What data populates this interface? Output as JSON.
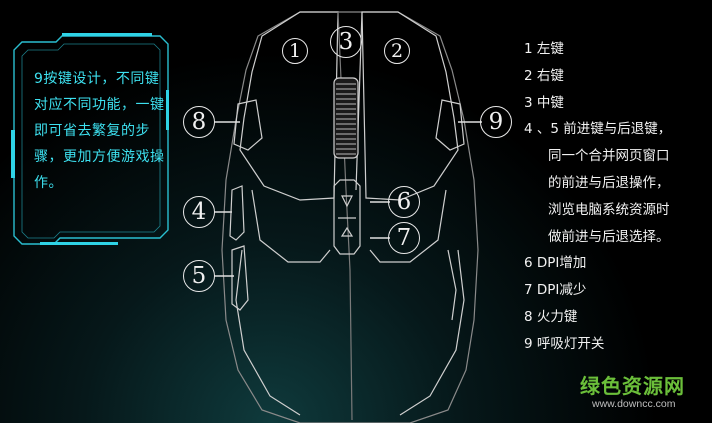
{
  "panel": {
    "text": "9按键设计，不同键对应不同功能，一键即可省去繁复的步骤，更加方便游戏操作。"
  },
  "labels": {
    "n1": "1",
    "n2": "2",
    "n3": "3",
    "n4": "4",
    "n5": "5",
    "n6": "6",
    "n7": "7",
    "n8": "8",
    "n9": "9"
  },
  "legend": [
    "1 左键",
    "2 右键",
    "3 中键",
    "4 、5 前进键与后退键，",
    "同一个合并网页窗口",
    "的前进与后退操作，",
    "浏览电脑系统资源时",
    "做前进与后退选择。",
    "6 DPI增加",
    "7 DPI减少",
    "8 火力键",
    "9 呼吸灯开关"
  ],
  "watermark": {
    "name": "绿色资源网",
    "url": "www.downcc.com"
  }
}
